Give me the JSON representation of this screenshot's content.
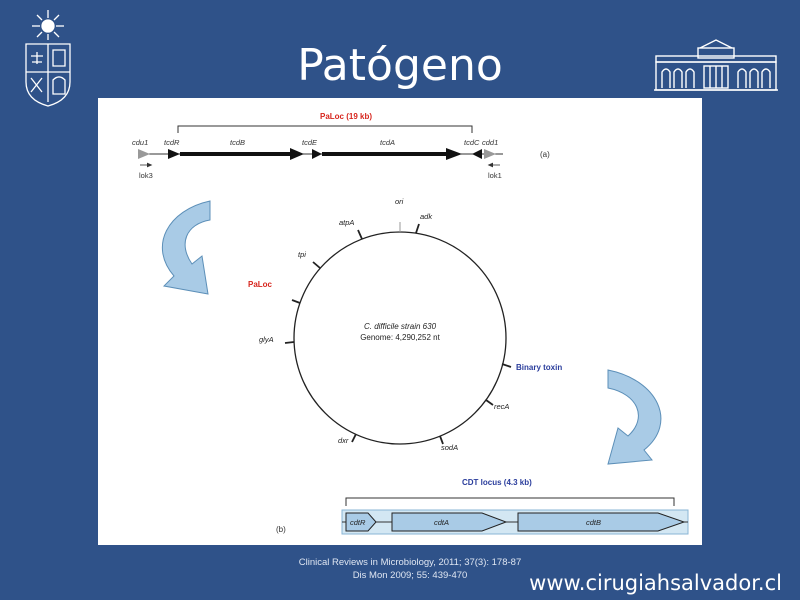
{
  "slide": {
    "title": "Patógeno",
    "website": "www.cirugiahsalvador.cl",
    "citations": [
      "Clinical Reviews in Microbiology, 2011; 37(3): 178-87",
      "Dis Mon 2009; 55: 439-470"
    ]
  },
  "colors": {
    "background": "#2f5289",
    "red_label": "#d7261e",
    "blue_label": "#2a3d9c",
    "arrow_fill": "#a9cbe6",
    "arrow_stroke": "#5c8fb8"
  },
  "icons": [
    "university-crest-icon",
    "building-icon"
  ],
  "diagram_a": {
    "panel_label": "(a)",
    "region_label": "PaLoc (19 kb)",
    "genes": [
      "cdu1",
      "tcdR",
      "tcdB",
      "tcdE",
      "tcdA",
      "tcdC",
      "cdd1"
    ],
    "flank_labels": [
      "lok3",
      "lok1"
    ]
  },
  "genome_map": {
    "center_line1": "C. difficile strain 630",
    "center_line2": "Genome: 4,290,252 nt",
    "markers": {
      "ori": "ori",
      "adk": "adk",
      "atpA": "atpA",
      "tpi": "tpi",
      "paloc": "PaLoc",
      "glyA": "glyA",
      "binary": "Binary toxin",
      "recA": "recA",
      "sodA": "sodA",
      "dxr": "dxr"
    }
  },
  "diagram_b": {
    "panel_label": "(b)",
    "region_label": "CDT locus (4.3 kb)",
    "genes": [
      "cdtR",
      "cdtA",
      "cdtB"
    ]
  }
}
